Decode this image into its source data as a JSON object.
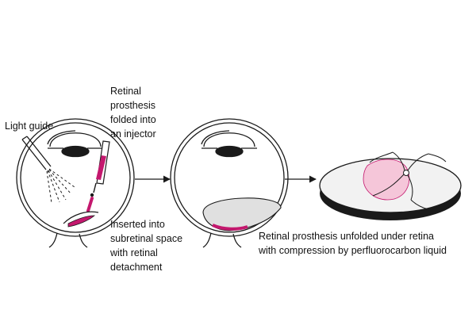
{
  "labels": {
    "light_guide": "Light guide",
    "injector": [
      "Retinal",
      "prosthesis",
      "folded into",
      "an injector"
    ],
    "inserted": [
      "Inserted into",
      "subretinal space",
      "with retinal",
      "detachment"
    ],
    "unfolded": [
      "Retinal prosthesis unfolded under retina",
      "with compression by perfluorocarbon liquid"
    ]
  },
  "colors": {
    "line": "#1a1a1a",
    "prosthesis": "#c4186e",
    "prosthesis_light": "#f5c6d9",
    "liquid": "#e0e0e0",
    "retina_disc": "#f2f2f2"
  },
  "icons": {
    "arrow": "arrow-right-icon"
  }
}
